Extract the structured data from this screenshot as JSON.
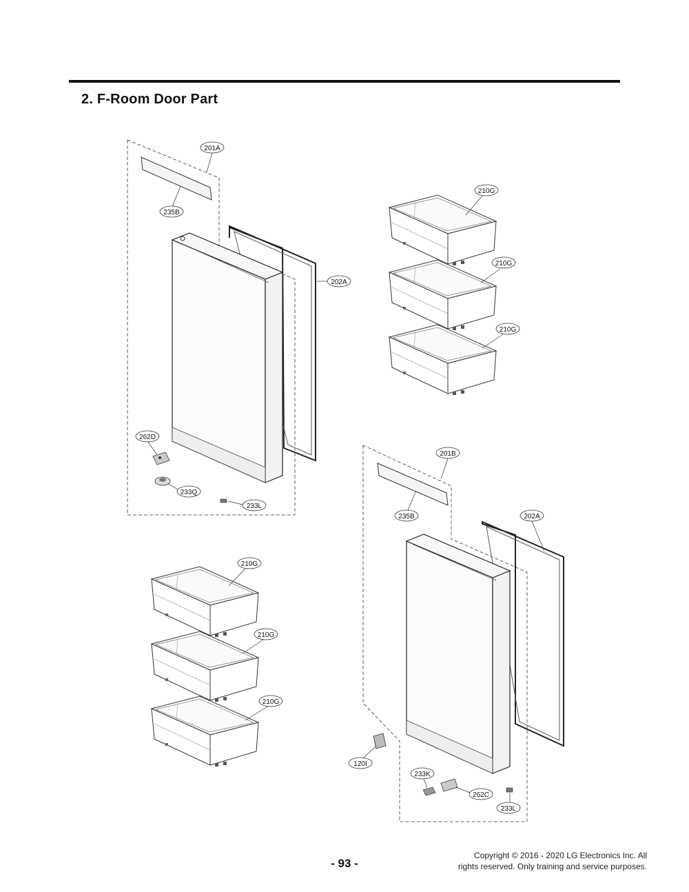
{
  "section": {
    "title": "2. F-Room Door Part"
  },
  "callouts": {
    "c201A": "201A",
    "c235B_top": "235B",
    "c202A_left": "202A",
    "c262D": "262D",
    "c233Q": "233Q",
    "c233L_left": "233L",
    "c210G_r1": "210G",
    "c210G_r2": "210G",
    "c210G_r3": "210G",
    "c201B": "201B",
    "c235B_bottom": "235B",
    "c202A_right": "202A",
    "c210G_l1": "210G",
    "c210G_l2": "210G",
    "c210G_l3": "210G",
    "c120I": "120I",
    "c233K": "233K",
    "c262C": "262C",
    "c233L_right": "233L"
  },
  "footer": {
    "page_number": "- 93 -",
    "copyright_line1": "Copyright © 2016 - 2020 LG Electronics Inc. All",
    "copyright_line2": "rights reserved. Only training and service purposes."
  }
}
